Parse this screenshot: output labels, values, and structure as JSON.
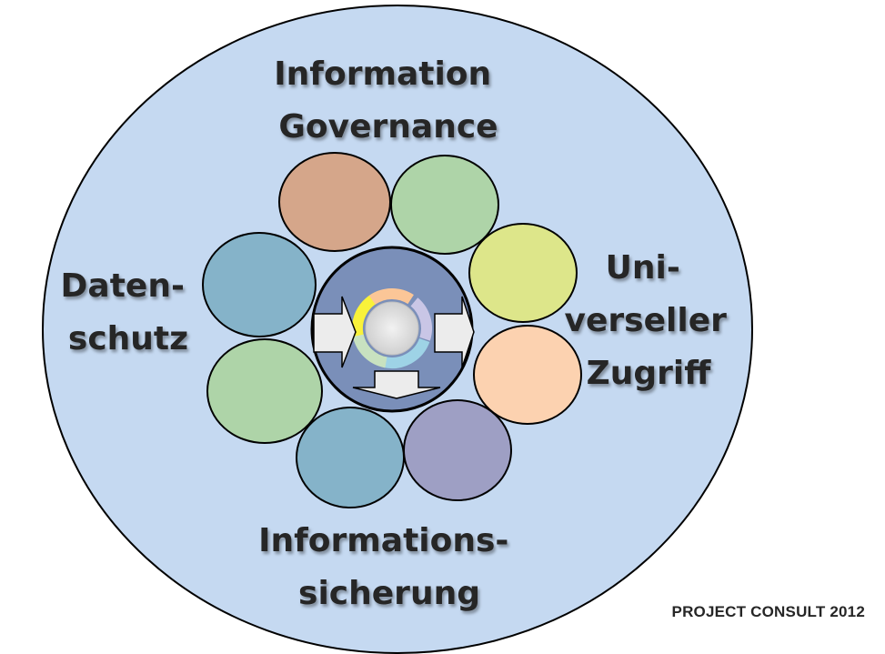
{
  "colors": {
    "outer_fill": "#c5d9f1",
    "outer_stroke": "#000000",
    "hub_fill": "#7a8fb9",
    "arrow_fill": "#ececec",
    "petals": [
      "#d5a68a",
      "#aed4a8",
      "#dde68a",
      "#fcd2b0",
      "#9e9fc4",
      "#85b3c9",
      "#aed4a8",
      "#85b3c9"
    ]
  },
  "labels": {
    "top": [
      "Information",
      "Governance"
    ],
    "left": [
      "Daten-",
      "schutz"
    ],
    "right": [
      "Uni-",
      "verseller",
      "Zugriff"
    ],
    "bottom": [
      "Informations-",
      "sicherung"
    ]
  },
  "credit": "PROJECT CONSULT 2012"
}
